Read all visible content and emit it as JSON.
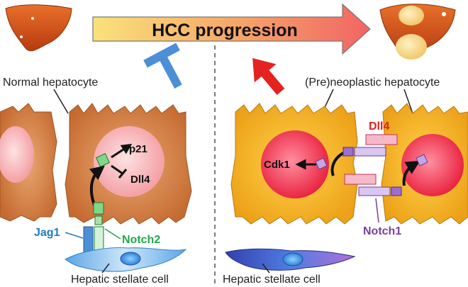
{
  "title": "HCC progression",
  "left": {
    "cell_label": "Normal hepatocyte",
    "p21": "p21",
    "dll4": "Dll4",
    "jag1": "Jag1",
    "notch2": "Notch2",
    "stellate_label": "Hepatic stellate cell"
  },
  "right": {
    "cell_label": "(Pre)neoplastic hepatocyte",
    "cdk1": "Cdk1",
    "dll4": "Dll4",
    "notch1": "Notch1",
    "stellate_label": "Hepatic stellate cell"
  },
  "colors": {
    "jag1": "#1f78c8",
    "notch2": "#1fa84a",
    "dll4": "#e02020",
    "notch1": "#7a3fa0",
    "arrow_start": "#f8e070",
    "arrow_end": "#f06060"
  },
  "icons": [
    "normal-liver-icon",
    "tumor-liver-icon",
    "inhibition-t-icon",
    "promotion-arrow-icon"
  ]
}
